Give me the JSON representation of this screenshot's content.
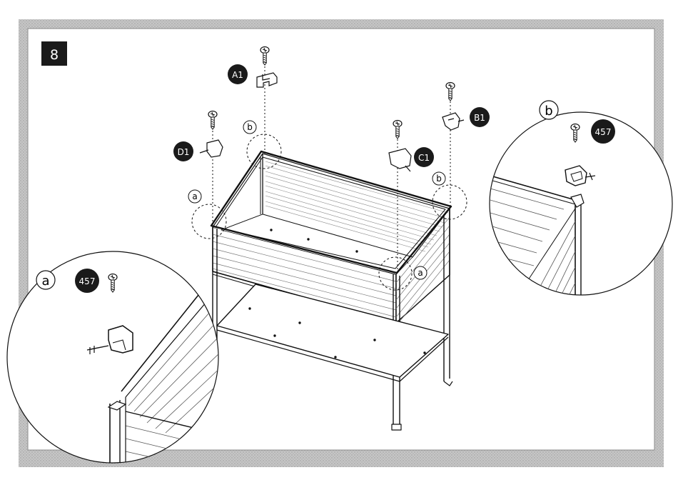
{
  "step": {
    "number": "8"
  },
  "parts": {
    "a1": "A1",
    "b1": "B1",
    "c1": "C1",
    "d1": "D1"
  },
  "detail_markers": {
    "a": "a",
    "b": "b"
  },
  "screw": {
    "code": "457"
  },
  "colors": {
    "border": "#b4b4b4",
    "ink": "#111111",
    "badge": "#1a1a1a",
    "paper": "#ffffff"
  }
}
